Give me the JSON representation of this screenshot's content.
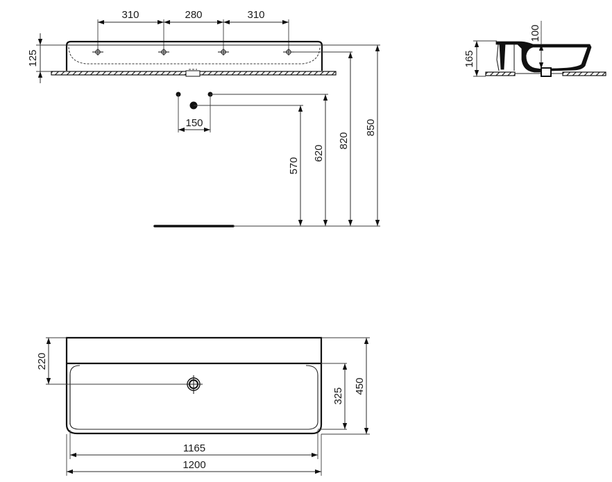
{
  "drawing": {
    "title": "Washbasin 1200 technical drawing",
    "units": "mm",
    "front_view": {
      "tap_hole_spacings": [
        "310",
        "280",
        "310"
      ],
      "basin_height": "125"
    },
    "side_view": {
      "height": "165",
      "bowl_depth": "100"
    },
    "installation_heights": {
      "water_supply_spacing": "150",
      "waste_height": "570",
      "supply_height": "620",
      "rim_height": "820",
      "top_height": "850"
    },
    "plan_view": {
      "drain_offset": "220",
      "bowl_depth": "325",
      "overall_depth": "450",
      "bowl_width": "1165",
      "overall_width": "1200"
    }
  }
}
